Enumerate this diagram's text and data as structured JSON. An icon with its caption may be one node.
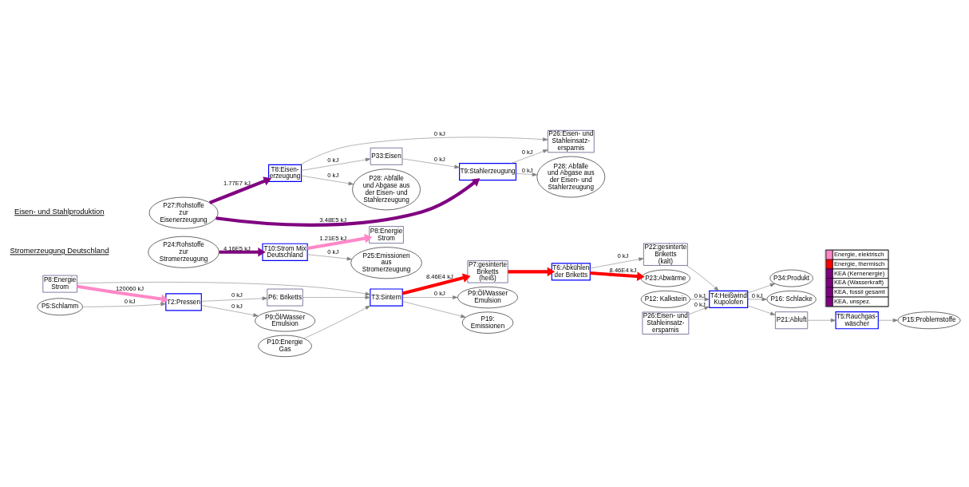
{
  "diagram": {
    "nodes": [
      {
        "text": [
          "P8:Energie Strom"
        ]
      },
      {
        "text": [
          "P10:Energie Gas"
        ]
      },
      {
        "text": [
          "P12: Kalkstein"
        ]
      },
      {
        "text": [
          "P26:Eisen- und Stahleinsatz- ersparnis"
        ]
      },
      {
        "text": [
          "P5:Schlamm"
        ]
      },
      {
        "text": [
          "T2:Pressen"
        ]
      },
      {
        "text": [
          "P6: Briketts"
        ]
      },
      {
        "text": [
          "T3:Sintern"
        ]
      },
      {
        "text": [
          "P7:gesinterte Briketts (heiß)"
        ]
      },
      {
        "text": [
          "T6:Abkühlen der Briketts"
        ]
      },
      {
        "text": [
          "P22:gesinterte Briketts (kalt)"
        ]
      },
      {
        "text": [
          "T4:Heißwind Kupolofen"
        ]
      },
      {
        "text": [
          "P34:Produkt"
        ]
      },
      {
        "text": [
          "P9:Öl/Wasser Emulsion"
        ]
      },
      {
        "text": [
          "P9:Öl/Wasser Emulsion"
        ]
      },
      {
        "text": [
          "P19: Emissionen"
        ]
      },
      {
        "text": [
          "P23:Abwärme"
        ]
      },
      {
        "text": [
          "P16: Schlacke"
        ]
      },
      {
        "text": [
          "P21:Abluft"
        ]
      },
      {
        "text": [
          "T5:Rauchgas- wäscher"
        ]
      },
      {
        "text": [
          "P15:Problemstoffe"
        ]
      },
      {
        "text": [
          "P24:Rohstoffe zur Stromerzeugung"
        ]
      },
      {
        "text": [
          "T10:Strom Mix Deutschland"
        ]
      },
      {
        "text": [
          "P8:Energie Strom"
        ]
      },
      {
        "text": [
          "P25:Emissionen aus Stromerzeugung"
        ]
      },
      {
        "text": [
          "P27:Rohstoffe zur Eisenerzeugung"
        ]
      },
      {
        "text": [
          "T8:Eisen- erzeugung"
        ]
      },
      {
        "text": [
          "P33:Eisen"
        ]
      },
      {
        "text": [
          "T9:Stahlerzeugung"
        ]
      },
      {
        "text": [
          "P28: Abfälle und Abgase aus der Eisen- und Stahlerzeugung"
        ]
      },
      {
        "text": [
          "P26:Eisen- und Stahleinsatz- ersparnis"
        ]
      },
      {
        "text": [
          "P28: Abfälle und Abgase aus der Eisen- und Stahlerzeugung"
        ]
      }
    ],
    "edges": [
      {
        "from": 4,
        "to": 5,
        "arrow": "to",
        "label": "0 kJ"
      },
      {
        "from": 0,
        "to": 5,
        "arrow": "to",
        "label": "120060 kJ",
        "style": "thick",
        "color": "#ff88c8"
      },
      {
        "from": 5,
        "to": 6,
        "arrow": "to",
        "label": "0 kJ"
      },
      {
        "from": 5,
        "to": 13,
        "arrow": "to",
        "label": "0 kJ"
      },
      {
        "from": 0,
        "to": 7,
        "arrow": "to"
      },
      {
        "from": 6,
        "to": 7,
        "arrow": "to"
      },
      {
        "from": 1,
        "to": 7,
        "arrow": "to"
      },
      {
        "from": 7,
        "to": 8,
        "arrow": "to",
        "label": "8.46E4 kJ",
        "style": "thick",
        "color": "#ff0000"
      },
      {
        "from": 7,
        "to": 14,
        "arrow": "to",
        "label": "0 kJ"
      },
      {
        "from": 7,
        "to": 15,
        "arrow": "to"
      },
      {
        "from": 8,
        "to": 9,
        "arrow": "to",
        "style": "thick",
        "color": "#ff0000"
      },
      {
        "from": 9,
        "to": 10,
        "arrow": "to",
        "label": "0 kJ"
      },
      {
        "from": 9,
        "to": 16,
        "arrow": "to",
        "label": "8.46E4 kJ",
        "style": "thick",
        "color": "#ff0000"
      },
      {
        "from": 10,
        "to": 11,
        "arrow": "to"
      },
      {
        "from": 2,
        "to": 11,
        "arrow": "to",
        "label": "0 kJ"
      },
      {
        "from": 3,
        "to": 11,
        "arrow": "to",
        "label": "0 kJ"
      },
      {
        "from": 11,
        "to": 12,
        "arrow": "to"
      },
      {
        "from": 11,
        "to": 17,
        "arrow": "to",
        "label": "0 kJ"
      },
      {
        "from": 11,
        "to": 18,
        "arrow": "to"
      },
      {
        "from": 18,
        "to": 19,
        "arrow": "to"
      },
      {
        "from": 19,
        "to": 20,
        "arrow": "to"
      },
      {
        "from": 21,
        "to": 22,
        "arrow": "to",
        "label": "4.16E5 kJ",
        "style": "thick",
        "color": "#800080"
      },
      {
        "from": 22,
        "to": 23,
        "arrow": "to",
        "label": "1.21E5 kJ",
        "style": "thick",
        "color": "#ff88c8"
      },
      {
        "from": 22,
        "to": 24,
        "arrow": "to",
        "label": "0 kJ"
      },
      {
        "from": 25,
        "to": 26,
        "arrow": "to",
        "label": "1.77E7 kJ",
        "style": "thick",
        "color": "#800080"
      },
      {
        "from": 25,
        "to": 28,
        "arrow": "to",
        "label": "3.48E5 kJ",
        "style": "thick",
        "color": "#800080"
      },
      {
        "from": 26,
        "to": 27,
        "arrow": "to",
        "label": "0 kJ"
      },
      {
        "from": 27,
        "to": 28,
        "arrow": "to",
        "label": "0 kJ"
      },
      {
        "from": 26,
        "to": 29,
        "arrow": "to",
        "label": "0 kJ"
      },
      {
        "from": 26,
        "to": 30,
        "arrow": "to",
        "label": "0 kJ"
      },
      {
        "from": 28,
        "to": 30,
        "arrow": "to",
        "label": "0 kJ"
      },
      {
        "from": 28,
        "to": 31,
        "arrow": "to",
        "label": "0 kJ"
      }
    ],
    "labels": [
      "Stromerzeugung Deutschland",
      "Eisen- und Stahlproduktion"
    ],
    "legend": [
      {
        "text": "Energie, elektrisch",
        "color": "#ff88c8"
      },
      {
        "text": "Energie, thermisch",
        "color": "#ff0000"
      },
      {
        "text": "KEA (Kernenergie)",
        "color": "#800080"
      },
      {
        "text": "KEA (Wasserkraft)",
        "color": "#800080"
      },
      {
        "text": "KEA, fossil gesamt",
        "color": "#800080"
      },
      {
        "text": "KEA, unspez.",
        "color": "#800080"
      }
    ]
  }
}
